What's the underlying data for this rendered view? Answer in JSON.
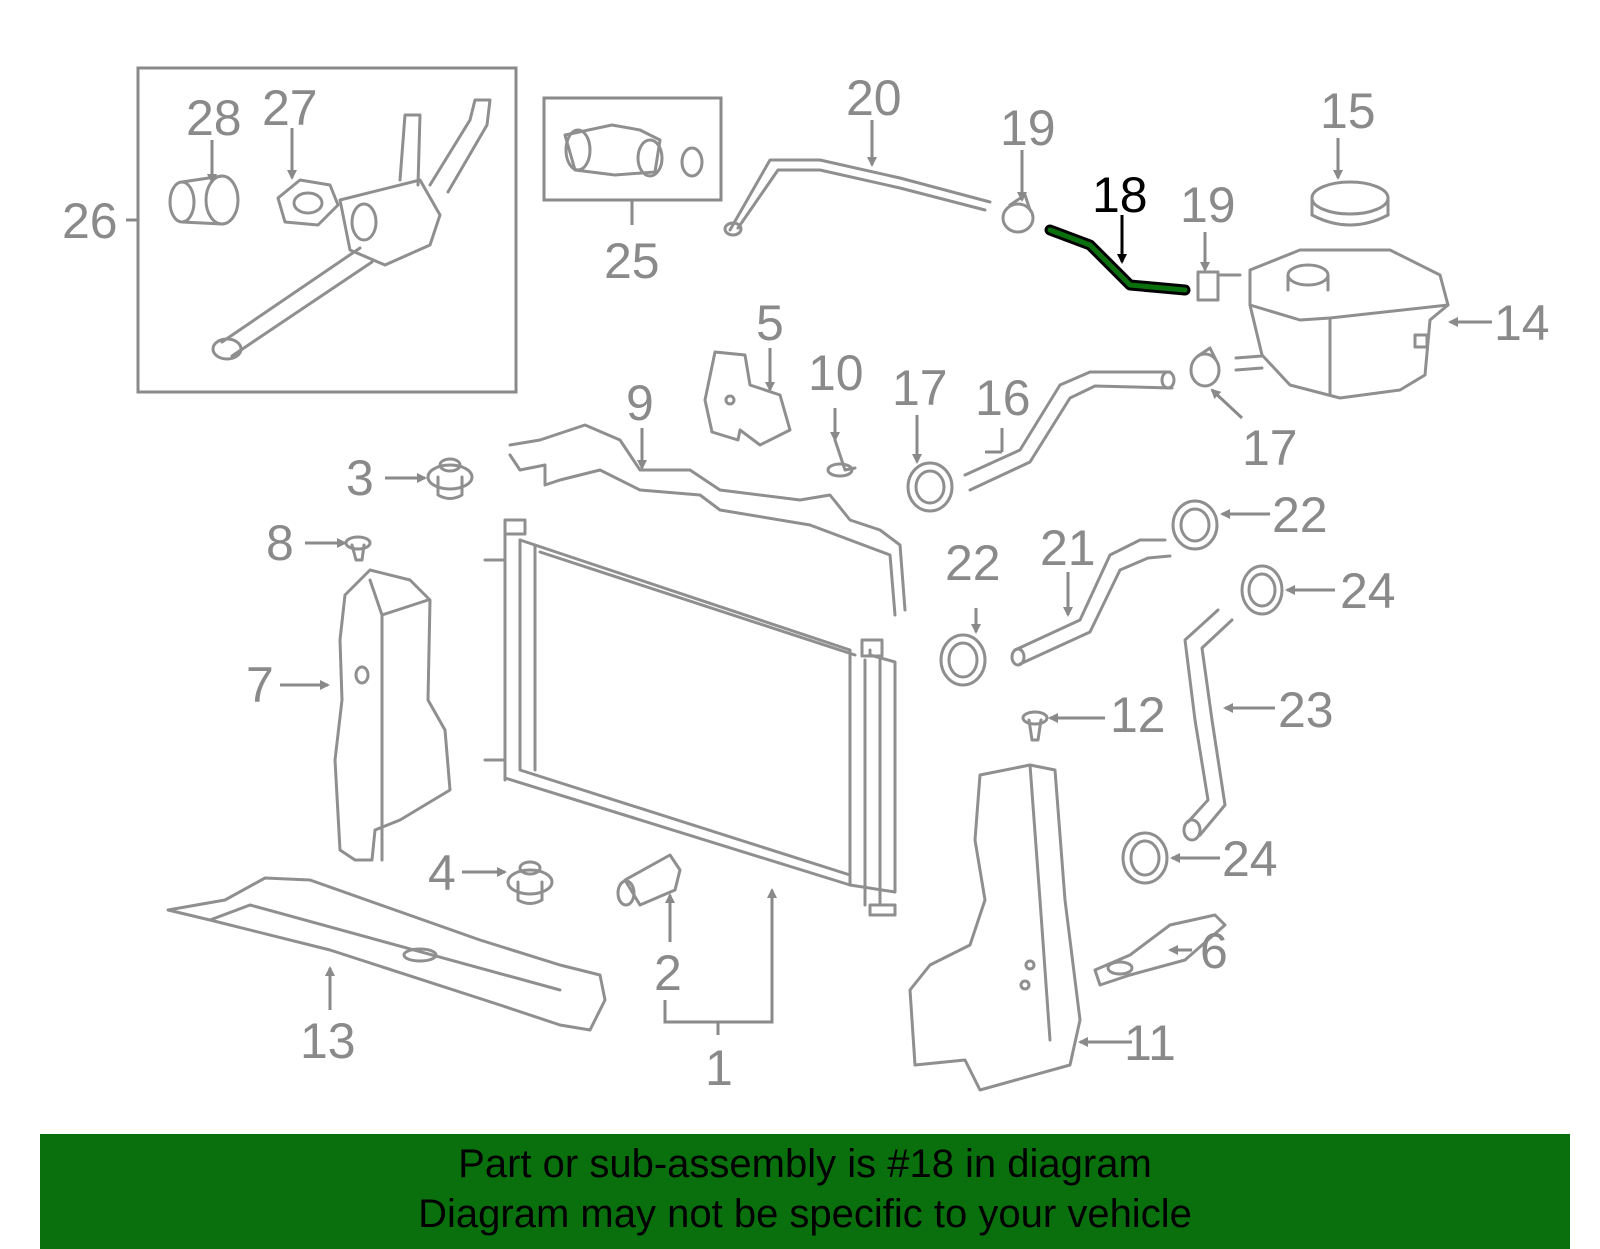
{
  "diagram": {
    "highlight_color": "#0a700d",
    "callouts": [
      "1",
      "2",
      "3",
      "4",
      "5",
      "6",
      "7",
      "8",
      "9",
      "10",
      "11",
      "12",
      "13",
      "14",
      "15",
      "16",
      "17",
      "17",
      "18",
      "19",
      "19",
      "20",
      "21",
      "22",
      "22",
      "23",
      "24",
      "24",
      "25",
      "26",
      "27",
      "28"
    ],
    "highlighted_part": "18"
  },
  "banner": {
    "line1": "Part or sub-assembly is #18 in diagram",
    "line2": "Diagram may not be specific to your vehicle",
    "background": "#0a700d"
  }
}
